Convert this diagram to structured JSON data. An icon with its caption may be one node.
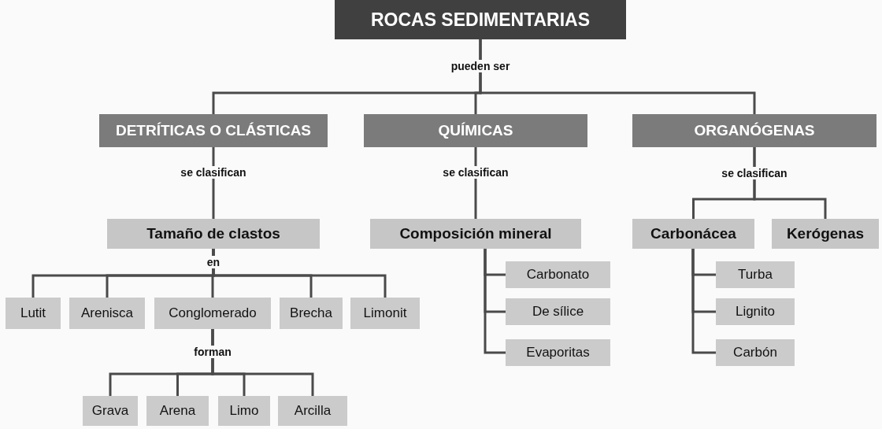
{
  "diagram": {
    "nodes": [
      {
        "text": [
          "ROCAS SEDIMENTARIAS"
        ]
      },
      {
        "text": [
          "DETRÍTICAS O CLÁSTICAS"
        ]
      },
      {
        "text": [
          "QUÍMICAS"
        ]
      },
      {
        "text": [
          "ORGANÓGENAS"
        ]
      },
      {
        "text": [
          "Tamaño de clastos"
        ]
      },
      {
        "text": [
          "Composición mineral"
        ]
      },
      {
        "text": [
          "Carbonácea"
        ]
      },
      {
        "text": [
          "Kerógenas"
        ]
      },
      {
        "text": [
          "Lutit"
        ]
      },
      {
        "text": [
          "Arenisca"
        ]
      },
      {
        "text": [
          "Conglomerado"
        ]
      },
      {
        "text": [
          "Brecha"
        ]
      },
      {
        "text": [
          "Limonit"
        ]
      },
      {
        "text": [
          "Grava"
        ]
      },
      {
        "text": [
          "Arena"
        ]
      },
      {
        "text": [
          "Limo"
        ]
      },
      {
        "text": [
          "Arcilla"
        ]
      },
      {
        "text": [
          "Carbonato"
        ]
      },
      {
        "text": [
          "De sílice"
        ]
      },
      {
        "text": [
          "Evaporitas"
        ]
      },
      {
        "text": [
          "Turba"
        ]
      },
      {
        "text": [
          "Lignito"
        ]
      },
      {
        "text": [
          "Carbón"
        ]
      }
    ],
    "edges": [
      {
        "from": 0,
        "to": 1,
        "arrow": "none"
      },
      {
        "from": 0,
        "to": 2,
        "arrow": "none",
        "label": "pueden ser"
      },
      {
        "from": 0,
        "to": 3,
        "arrow": "none"
      },
      {
        "from": 1,
        "to": 4,
        "arrow": "none",
        "label": "se clasifican"
      },
      {
        "from": 2,
        "to": 5,
        "arrow": "none",
        "label": "se clasifican"
      },
      {
        "from": 3,
        "to": 6,
        "arrow": "none",
        "label": "se clasifican"
      },
      {
        "from": 3,
        "to": 7,
        "arrow": "none"
      },
      {
        "from": 4,
        "to": 8,
        "arrow": "none"
      },
      {
        "from": 4,
        "to": 9,
        "arrow": "none"
      },
      {
        "from": 4,
        "to": 10,
        "arrow": "none",
        "label": "en"
      },
      {
        "from": 4,
        "to": 11,
        "arrow": "none"
      },
      {
        "from": 4,
        "to": 12,
        "arrow": "none"
      },
      {
        "from": 10,
        "to": 13,
        "arrow": "none"
      },
      {
        "from": 10,
        "to": 14,
        "arrow": "none",
        "label": "forman"
      },
      {
        "from": 10,
        "to": 15,
        "arrow": "none"
      },
      {
        "from": 10,
        "to": 16,
        "arrow": "none"
      },
      {
        "from": 5,
        "to": 17,
        "arrow": "none"
      },
      {
        "from": 5,
        "to": 18,
        "arrow": "none"
      },
      {
        "from": 5,
        "to": 19,
        "arrow": "none"
      },
      {
        "from": 6,
        "to": 20,
        "arrow": "none"
      },
      {
        "from": 6,
        "to": 21,
        "arrow": "none"
      },
      {
        "from": 6,
        "to": 22,
        "arrow": "none"
      }
    ]
  }
}
